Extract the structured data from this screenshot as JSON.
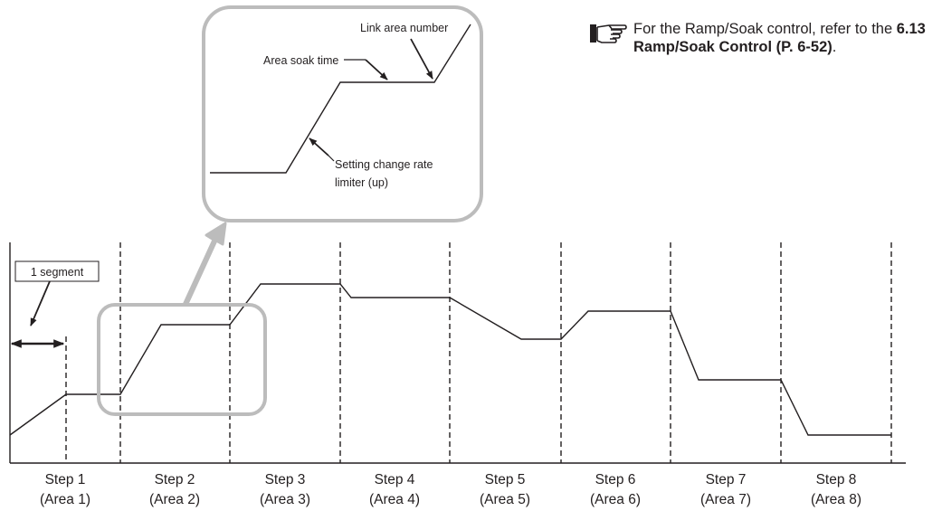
{
  "note": {
    "icon": "pointing-hand-icon",
    "text_before": "For the Ramp/Soak control, refer to the ",
    "link": "6.13 Ramp/Soak Control (P. 6-52)",
    "text_after": "."
  },
  "callouts": {
    "segment": "1 segment",
    "link_area_number": "Link area number",
    "area_soak_time": "Area soak time",
    "rate_limiter_line1": "Setting change rate",
    "rate_limiter_line2": "limiter (up)"
  },
  "steps": [
    {
      "step": "Step 1",
      "area": "(Area 1)"
    },
    {
      "step": "Step 2",
      "area": "(Area 2)"
    },
    {
      "step": "Step 3",
      "area": "(Area 3)"
    },
    {
      "step": "Step 4",
      "area": "(Area 4)"
    },
    {
      "step": "Step 5",
      "area": "(Area 5)"
    },
    {
      "step": "Step 6",
      "area": "(Area 6)"
    },
    {
      "step": "Step 7",
      "area": "(Area 7)"
    },
    {
      "step": "Step 8",
      "area": "(Area 8)"
    }
  ],
  "colors": {
    "line": "#231f20",
    "highlight": "#bcbcbc",
    "text": "#231f20"
  }
}
